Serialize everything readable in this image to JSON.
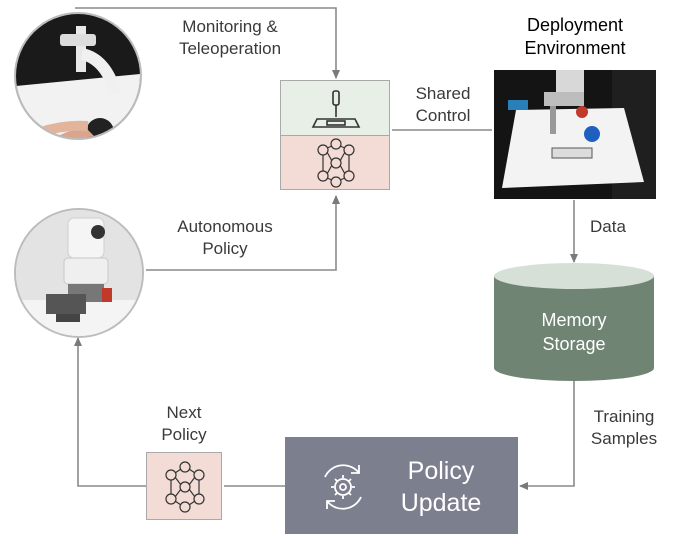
{
  "labels": {
    "monitoring": [
      "Monitoring &",
      "Teleoperation"
    ],
    "shared_control": [
      "Shared",
      "Control"
    ],
    "deployment": [
      "Deployment",
      "Environment"
    ],
    "autonomous": [
      "Autonomous",
      "Policy"
    ],
    "data": "Data",
    "memory_storage": [
      "Memory",
      "Storage"
    ],
    "training_samples": [
      "Training",
      "Samples"
    ],
    "next_policy": [
      "Next",
      "Policy"
    ],
    "policy_update": [
      "Policy",
      "Update"
    ]
  },
  "colors": {
    "joystick_panel": "#e8efe6",
    "network_panel": "#f3dcd6",
    "memory_cylinder": "#6f8472",
    "memory_top": "#d7e0d6",
    "policy_update_box": "#7c7f8e",
    "next_policy_box": "#f3dcd6",
    "arrow": "#7a7a7a"
  },
  "icons": {
    "joystick": "joystick-icon",
    "network": "neural-network-icon",
    "update": "gear-cycle-icon"
  }
}
